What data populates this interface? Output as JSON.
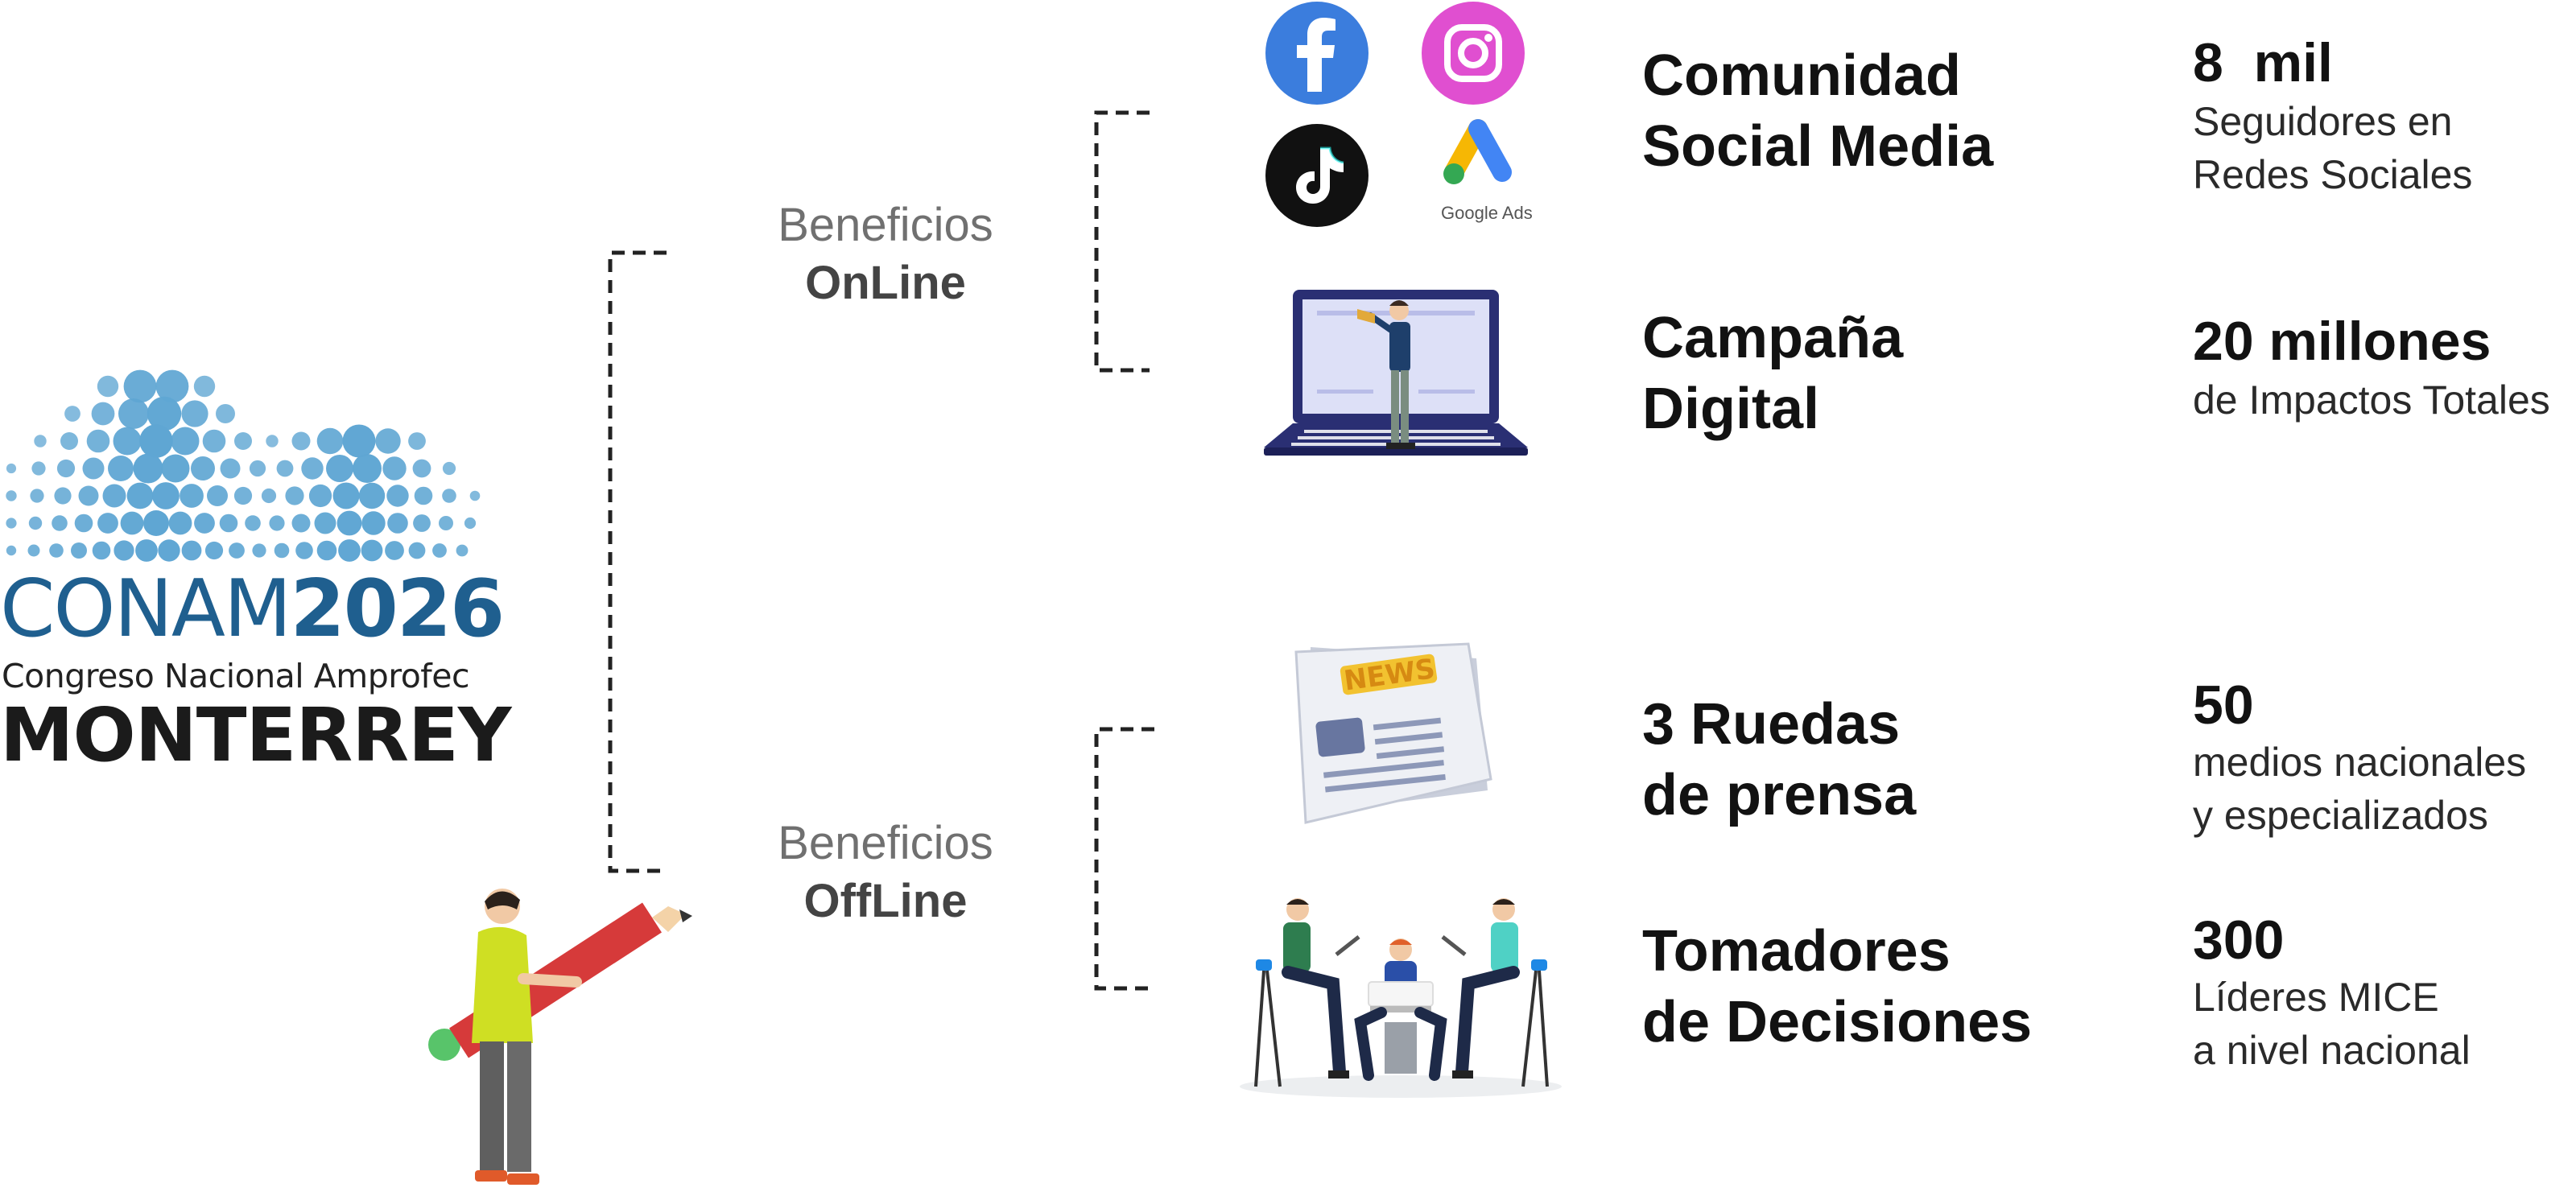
{
  "logo": {
    "brand": "CONAM",
    "year": "2026",
    "subtitle": "Congreso Nacional Amprofec",
    "city": "MONTERREY"
  },
  "groups": {
    "online": {
      "line1": "Beneficios",
      "line2": "OnLine"
    },
    "offline": {
      "line1": "Beneficios",
      "line2": "OffLine"
    }
  },
  "icons": {
    "google_ads_label": "Google Ads",
    "news_label": "NEWS"
  },
  "benefits": [
    {
      "title_line1": "Comunidad",
      "title_line2": "Social Media",
      "value": "8  mil",
      "desc_line1": "Seguidores en",
      "desc_line2": "Redes Sociales"
    },
    {
      "title_line1": "Campaña",
      "title_line2": "Digital",
      "value": "20 millones",
      "desc_line1": "de Impactos Totales",
      "desc_line2": ""
    },
    {
      "title_line1": "3 Ruedas",
      "title_line2": "de prensa",
      "value": "50",
      "desc_line1": "medios nacionales",
      "desc_line2": "y especializados"
    },
    {
      "title_line1": "Tomadores",
      "title_line2": "de Decisiones",
      "value": "300",
      "desc_line1": "Líderes MICE",
      "desc_line2": "a nivel nacional"
    }
  ],
  "colors": {
    "logo_blue": "#1f5f8f",
    "dots_blue": "#5fa6d3",
    "facebook": "#3b7ddd",
    "instagram": "#e04fd0",
    "tiktok": "#111111",
    "bracket": "#222222"
  }
}
